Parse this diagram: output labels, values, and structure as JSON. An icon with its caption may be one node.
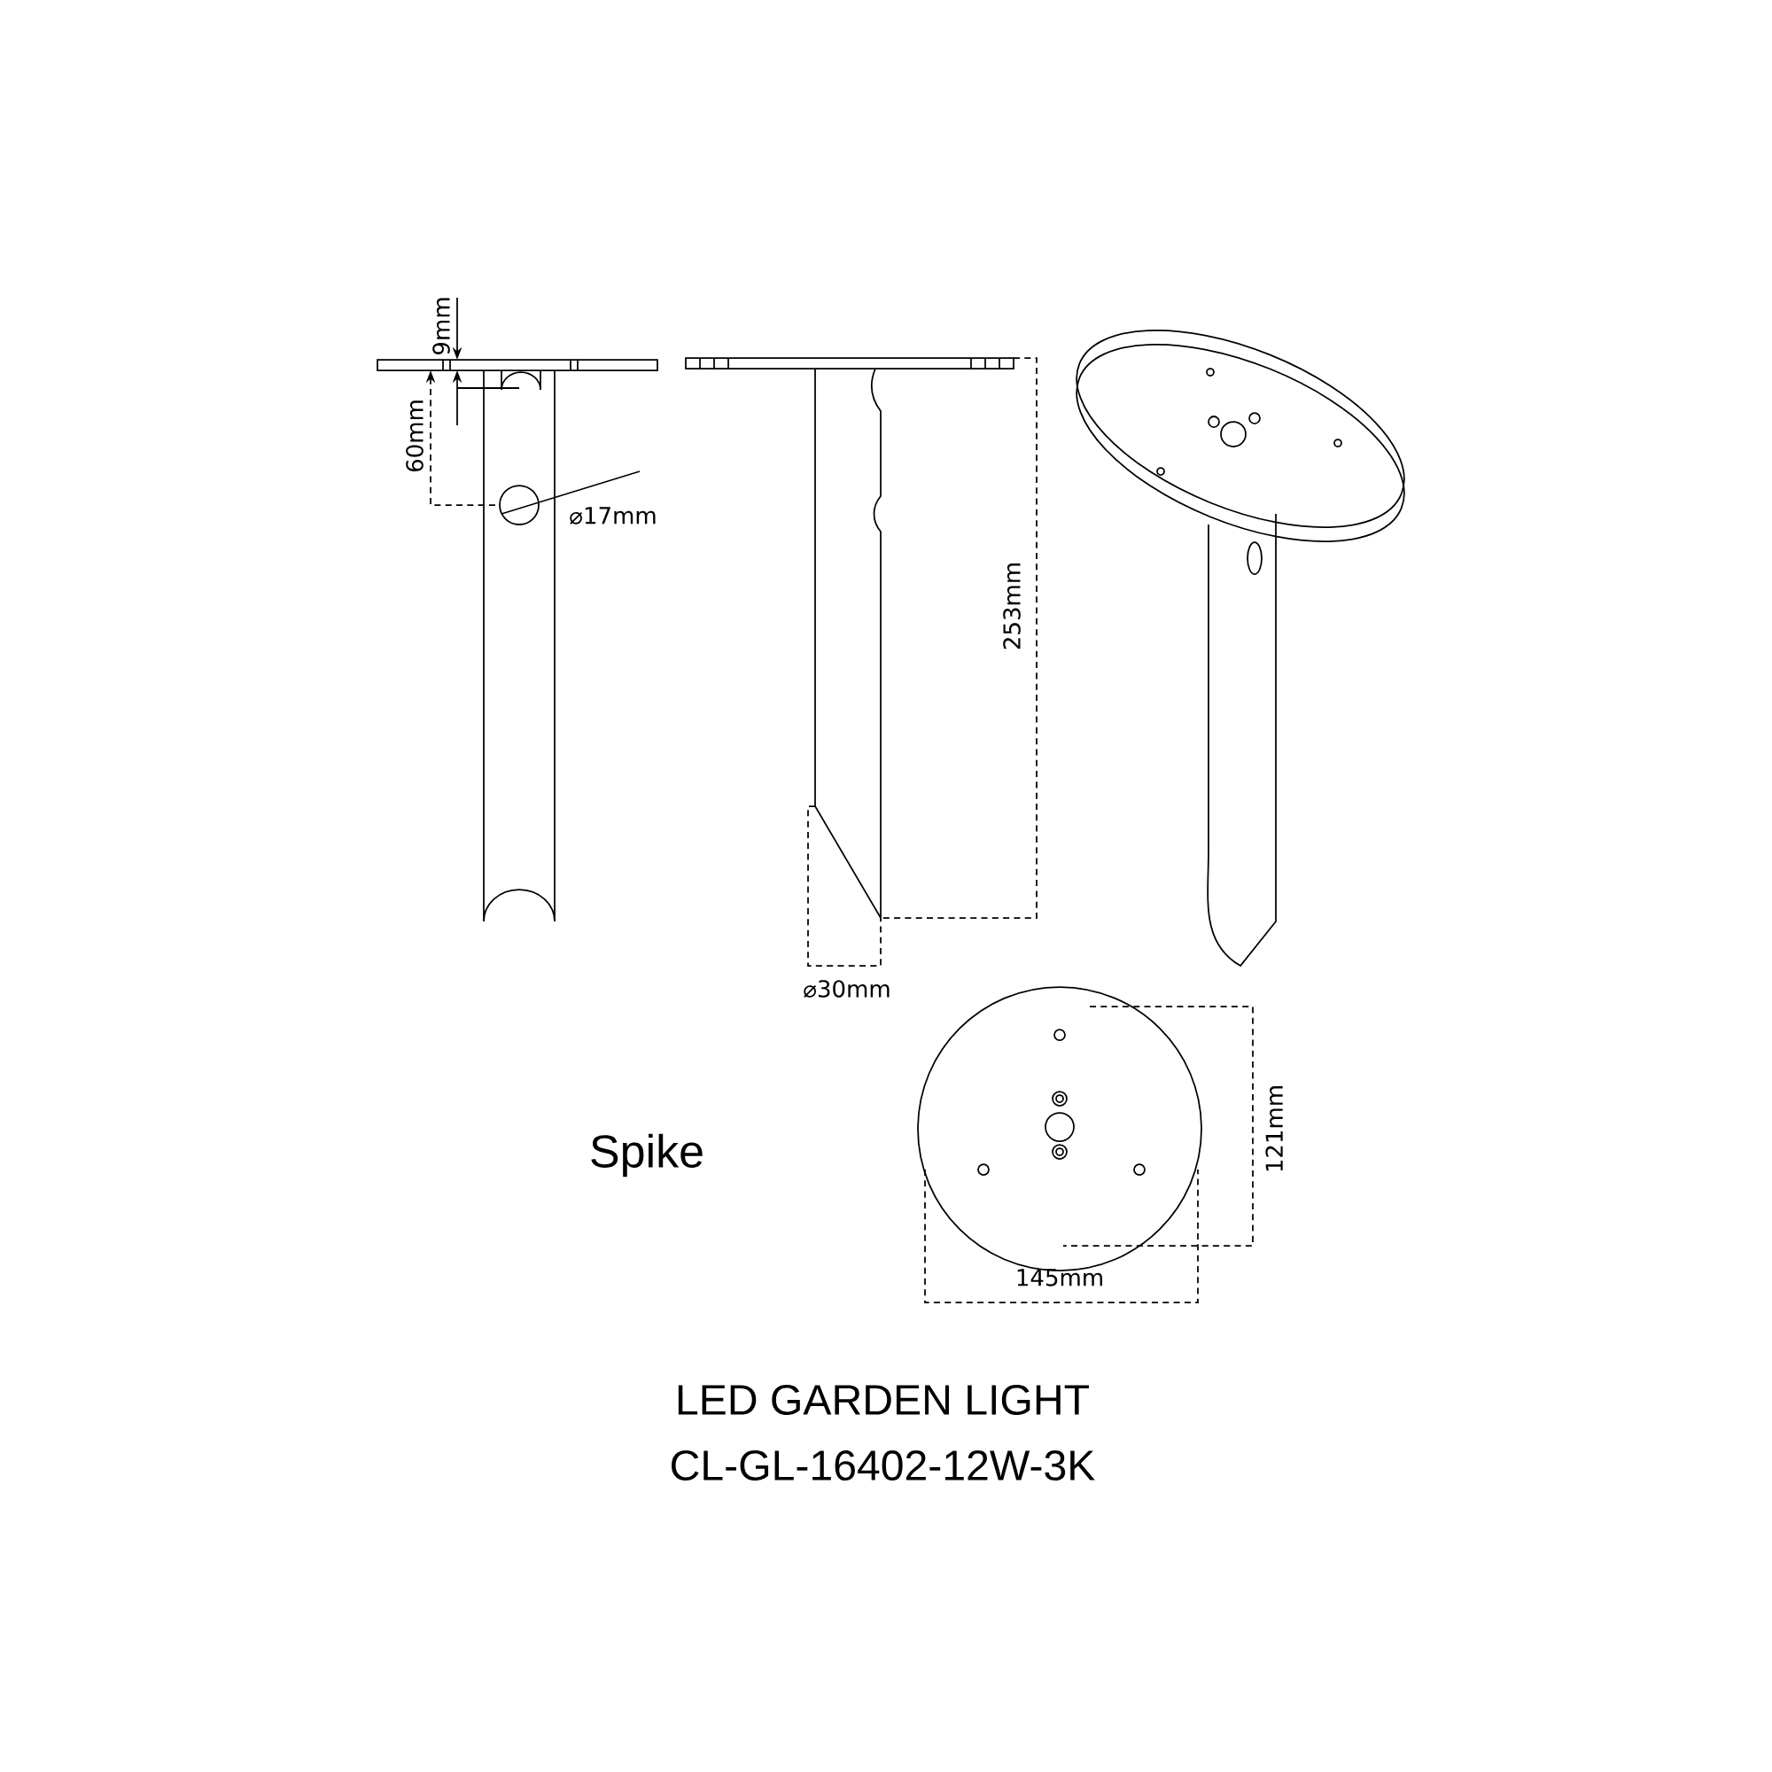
{
  "diagram": {
    "title": "LED GARDEN LIGHT",
    "labels": [
      "9mm",
      "60mm",
      "⌀17mm",
      "253mm",
      "⌀30mm",
      "Spike",
      "121mm",
      "145mm",
      "CL-GL-16402-12W-3K"
    ]
  }
}
